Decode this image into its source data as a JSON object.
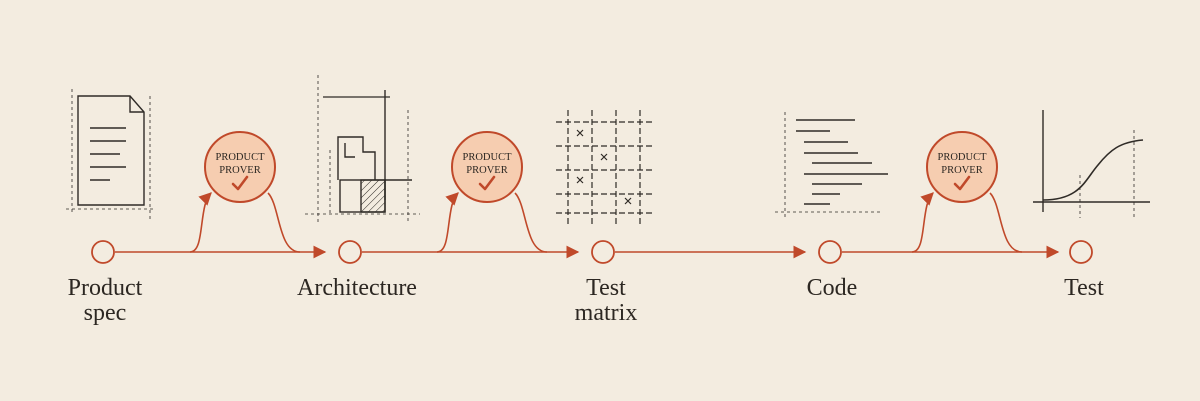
{
  "colors": {
    "background": "#f3ece0",
    "accent": "#c0492a",
    "badge_fill": "#f6cdb0",
    "ink": "#2f2b27"
  },
  "stages": [
    {
      "label": "Product\nspec",
      "icon": "document-icon"
    },
    {
      "label": "Architecture",
      "icon": "blueprint-icon"
    },
    {
      "label": "Test\nmatrix",
      "icon": "grid-matrix-icon"
    },
    {
      "label": "Code",
      "icon": "code-lines-icon"
    },
    {
      "label": "Test",
      "icon": "s-curve-graph-icon"
    }
  ],
  "badges": [
    {
      "line1": "PRODUCT",
      "line2": "PROVER",
      "mark": "✓"
    },
    {
      "line1": "PRODUCT",
      "line2": "PROVER",
      "mark": "✓"
    },
    {
      "line1": "PRODUCT",
      "line2": "PROVER",
      "mark": "✓"
    }
  ]
}
